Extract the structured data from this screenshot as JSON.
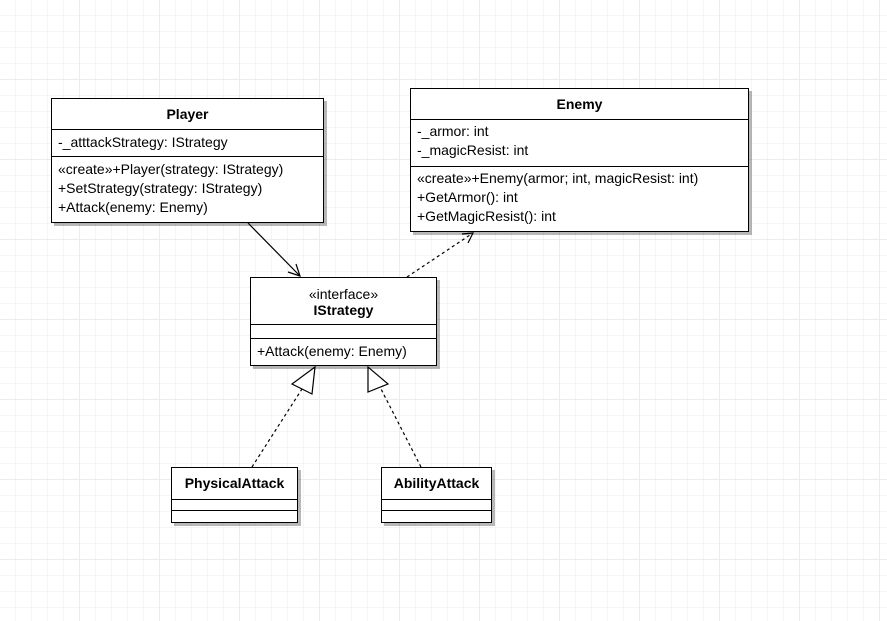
{
  "classes": {
    "player": {
      "name": "Player",
      "attributes": [
        "-_atttackStrategy: IStrategy"
      ],
      "operations": [
        "«create»+Player(strategy: IStrategy)",
        "+SetStrategy(strategy: IStrategy)",
        "+Attack(enemy: Enemy)"
      ]
    },
    "enemy": {
      "name": "Enemy",
      "attributes": [
        "-_armor: int",
        "-_magicResist: int"
      ],
      "operations": [
        "«create»+Enemy(armor; int, magicResist: int)",
        "+GetArmor(): int",
        "+GetMagicResist(): int"
      ]
    },
    "istrategy": {
      "stereotype": "«interface»",
      "name": "IStrategy",
      "attributes": [],
      "operations": [
        "+Attack(enemy: Enemy)"
      ]
    },
    "physical_attack": {
      "name": "PhysicalAttack",
      "attributes": [],
      "operations": []
    },
    "ability_attack": {
      "name": "AbilityAttack",
      "attributes": [],
      "operations": []
    }
  },
  "relationships": [
    {
      "from": "Player",
      "to": "IStrategy",
      "type": "association"
    },
    {
      "from": "IStrategy",
      "to": "Enemy",
      "type": "dependency"
    },
    {
      "from": "PhysicalAttack",
      "to": "IStrategy",
      "type": "realization"
    },
    {
      "from": "AbilityAttack",
      "to": "IStrategy",
      "type": "realization"
    }
  ]
}
